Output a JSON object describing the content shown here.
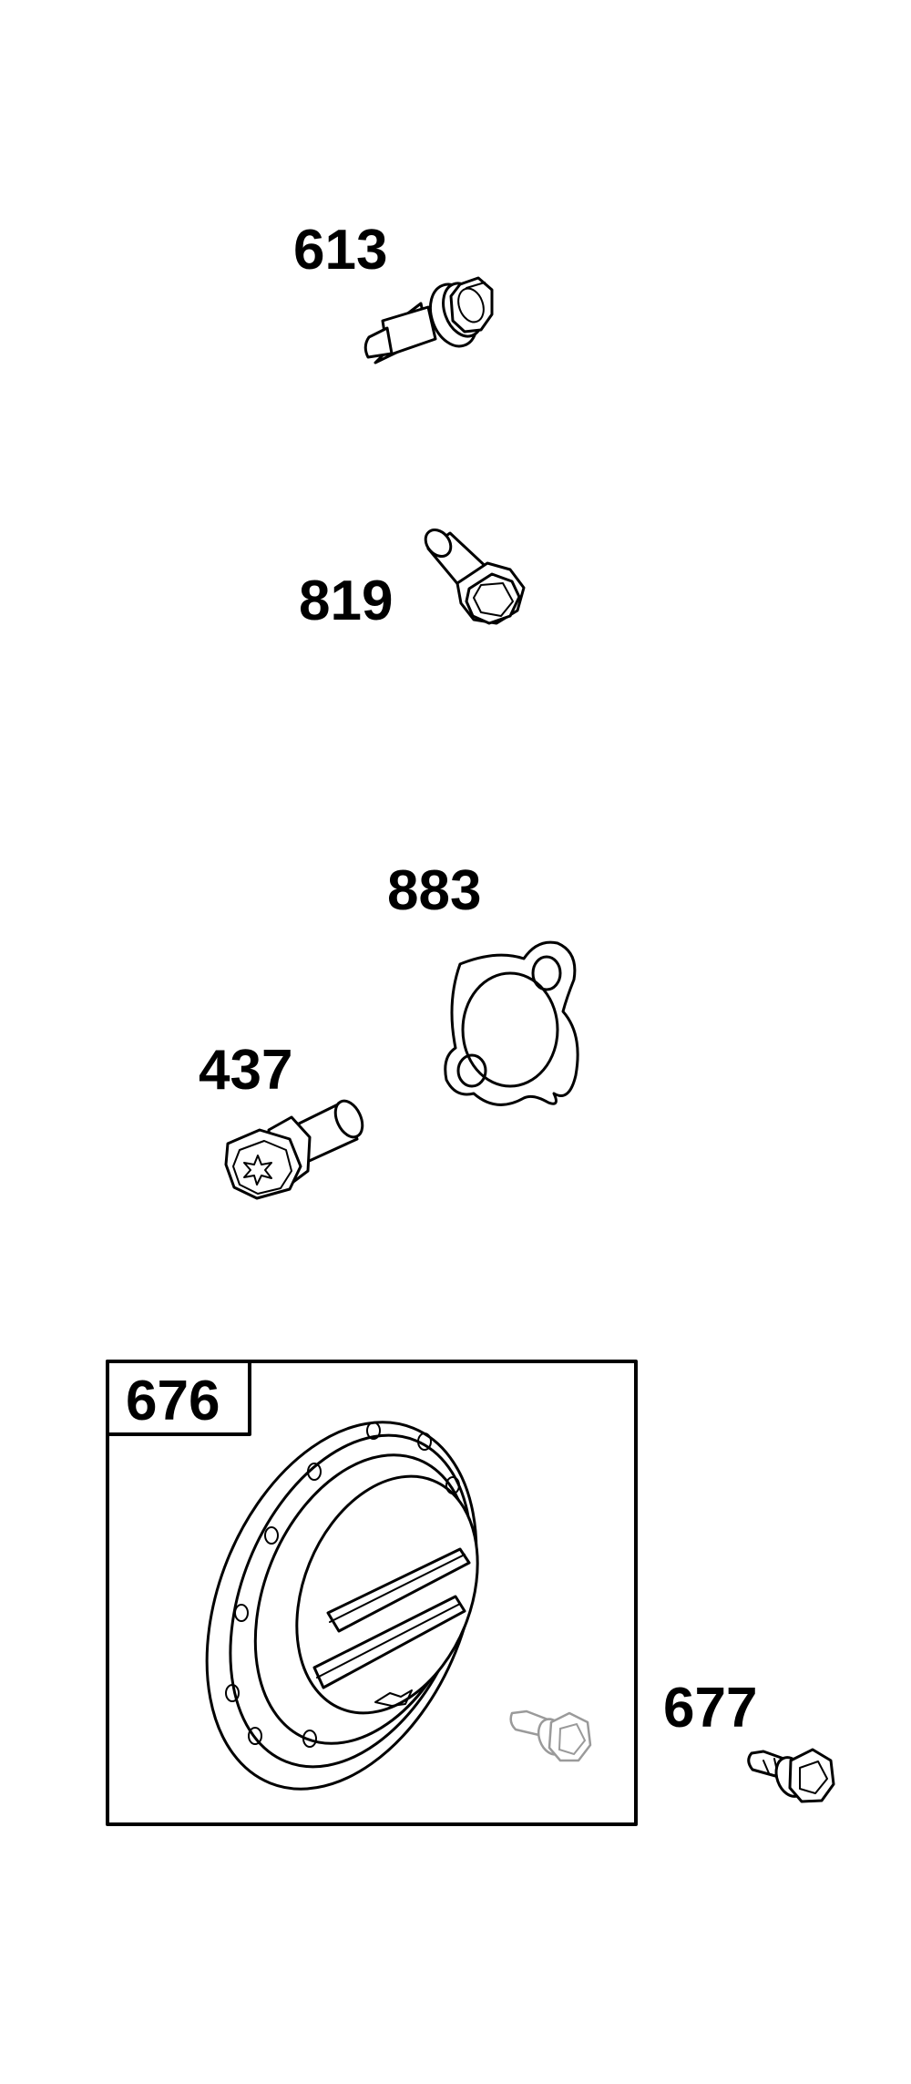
{
  "parts": [
    {
      "id": "613",
      "label": "613"
    },
    {
      "id": "819",
      "label": "819"
    },
    {
      "id": "883",
      "label": "883"
    },
    {
      "id": "437",
      "label": "437"
    },
    {
      "id": "676",
      "label": "676"
    },
    {
      "id": "677",
      "label": "677"
    }
  ],
  "colors": {
    "line": "#000000",
    "ghost": "#9a9a9a",
    "background": "#ffffff"
  }
}
